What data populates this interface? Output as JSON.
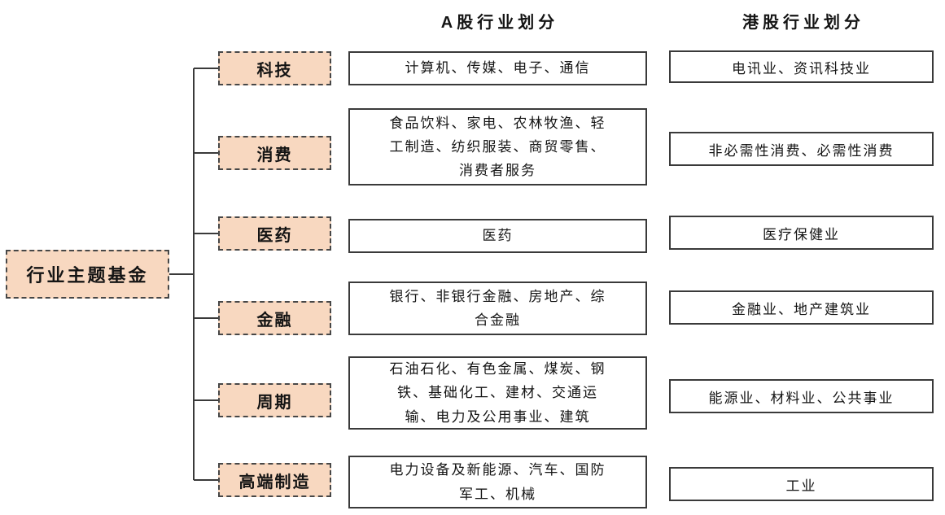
{
  "diagram": {
    "root_label": "行业主题基金",
    "headers": {
      "a_share": "A股行业划分",
      "hk": "港股行业划分"
    },
    "rows": [
      {
        "category": "科技",
        "a_share": "计算机、传媒、电子、通信",
        "hk": "电讯业、资讯科技业"
      },
      {
        "category": "消费",
        "a_share": "食品饮料、家电、农林牧渔、轻工制造、纺织服装、商贸零售、消费者服务",
        "hk": "非必需性消费、必需性消费"
      },
      {
        "category": "医药",
        "a_share": "医药",
        "hk": "医疗保健业"
      },
      {
        "category": "金融",
        "a_share": "银行、非银行金融、房地产、综合金融",
        "hk": "金融业、地产建筑业"
      },
      {
        "category": "周期",
        "a_share": "石油石化、有色金属、煤炭、钢铁、基础化工、建材、交通运输、电力及公用事业、建筑",
        "hk": "能源业、材料业、公共事业"
      },
      {
        "category": "高端制造",
        "a_share": "电力设备及新能源、汽车、国防军工、机械",
        "hk": "工业"
      }
    ]
  },
  "colors": {
    "node_fill": "#f8d8c0",
    "node_border": "#474747",
    "box_border": "#3a3a3a",
    "line": "#3a3a3a",
    "text": "#141414",
    "bg": "#ffffff"
  }
}
